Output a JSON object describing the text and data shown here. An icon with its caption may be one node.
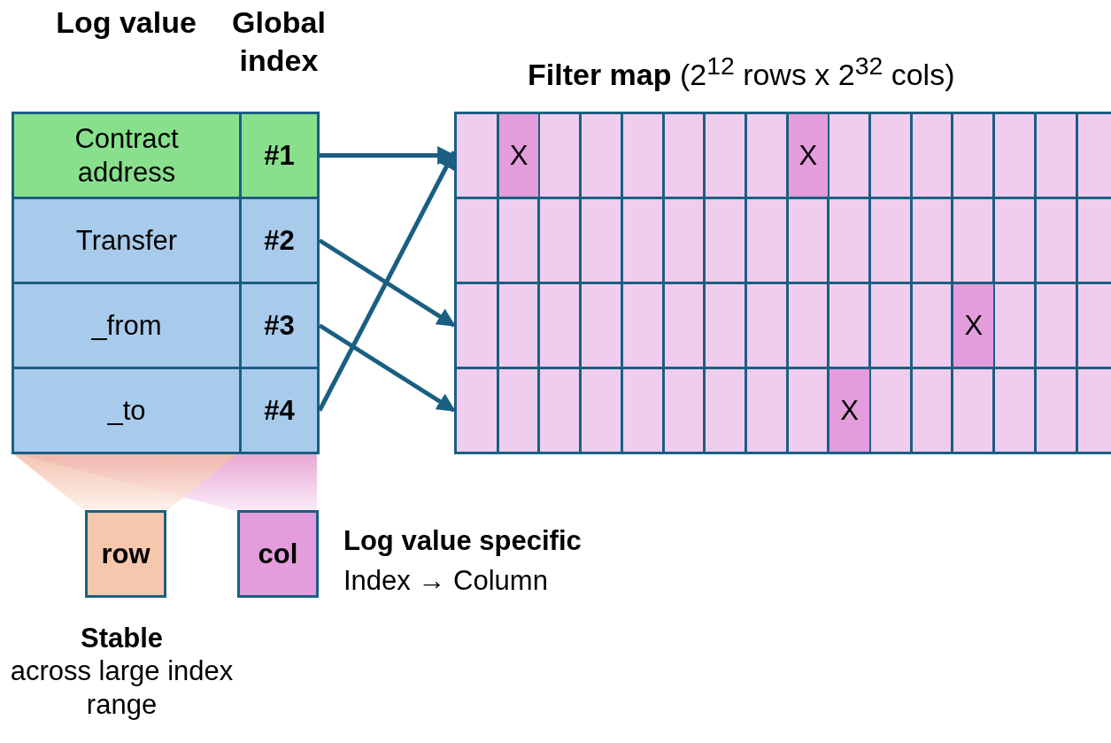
{
  "diagram": {
    "nodes": [
      {
        "text": [
          "Contract address"
        ]
      },
      {
        "text": [
          "Transfer"
        ]
      },
      {
        "text": [
          "_from"
        ]
      },
      {
        "text": [
          "_to"
        ]
      },
      {
        "text": [
          "#1"
        ]
      },
      {
        "text": [
          "#2"
        ]
      },
      {
        "text": [
          "#3"
        ]
      },
      {
        "text": [
          "#4"
        ]
      },
      {
        "text": [],
        "shape": "box"
      },
      {
        "text": [],
        "shape": "box"
      },
      {
        "text": [],
        "shape": "box"
      },
      {
        "text": [],
        "shape": "box"
      },
      {
        "text": [
          "row"
        ],
        "beside": [
          "Stable",
          "across large index range"
        ]
      },
      {
        "text": [
          "col"
        ],
        "beside": [
          "Log value specific",
          "Index → Column"
        ]
      }
    ],
    "edges": [
      {
        "from": 4,
        "to": 8,
        "arrow": "to"
      },
      {
        "from": 5,
        "to": 10,
        "arrow": "to"
      },
      {
        "from": 6,
        "to": 11,
        "arrow": "to"
      },
      {
        "from": 7,
        "to": 8,
        "arrow": "to"
      }
    ],
    "labels": [
      "Log value",
      "Global index",
      "**Filter map** (2$^{12}$ rows x 2$^{32}$ cols)",
      "X",
      "X",
      "X",
      "X"
    ]
  }
}
